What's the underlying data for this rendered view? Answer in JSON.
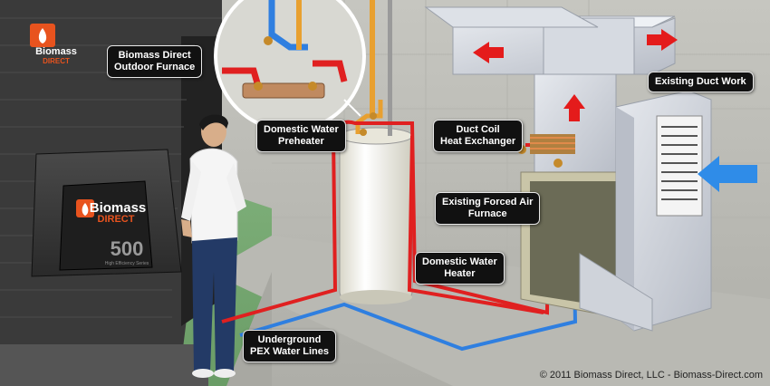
{
  "outdoor_furnace": {
    "logo_line1": "Biomass",
    "logo_line2": "DIRECT",
    "model_number": "500",
    "model_subtitle": "High Efficiency Series"
  },
  "callouts": {
    "outdoor_furnace": {
      "line1": "Biomass Direct",
      "line2": "Outdoor Furnace"
    },
    "existing_duct_work": {
      "line1": "Existing Duct Work"
    },
    "domestic_water_preheater": {
      "line1": "Domestic Water",
      "line2": "Preheater"
    },
    "duct_coil": {
      "line1": "Duct Coil",
      "line2": "Heat Exchanger"
    },
    "existing_forced_air_furnace": {
      "line1": "Existing Forced Air",
      "line2": "Furnace"
    },
    "domestic_water_heater": {
      "line1": "Domestic Water",
      "line2": "Heater"
    },
    "underground_pex": {
      "line1": "Underground",
      "line2": "PEX Water Lines"
    }
  },
  "copyright": "© 2011 Biomass Direct, LLC - Biomass-Direct.com",
  "colors": {
    "hot_line": "#e02020",
    "cold_line": "#2f7fe0",
    "flow_arrow_red": "#e41b1b",
    "flow_arrow_blue": "#2f8ce8",
    "logo_orange": "#e8531e",
    "duct_metal": "#c9ced6"
  },
  "icons": [
    "biomass-flame-icon",
    "airflow-arrow-icon",
    "brass-valve-icon"
  ]
}
